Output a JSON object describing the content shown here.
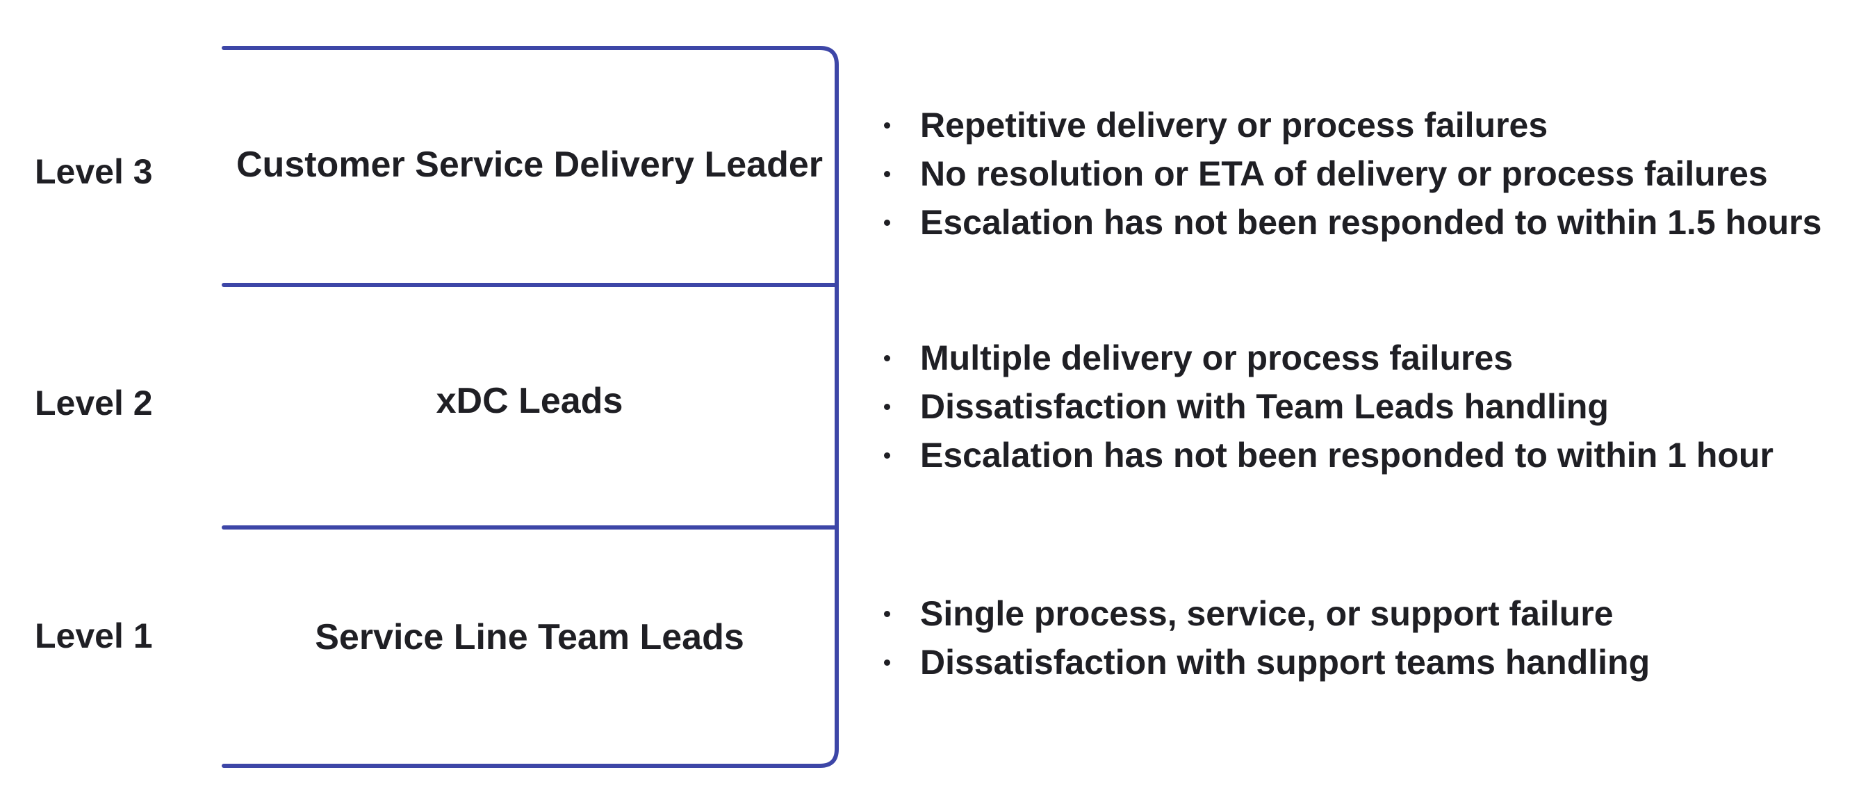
{
  "colors": {
    "accent": "#3d46a7",
    "text": "#1f1f24",
    "background": "#ffffff"
  },
  "levels": [
    {
      "label": "Level 3",
      "role": "Customer Service Delivery Leader",
      "criteria": [
        "Repetitive delivery or process failures",
        "No resolution or ETA of delivery or process failures",
        "Escalation has not been responded to within 1.5 hours"
      ]
    },
    {
      "label": "Level 2",
      "role": "xDC Leads",
      "criteria": [
        "Multiple delivery or process failures",
        "Dissatisfaction with Team Leads handling",
        "Escalation has not been responded to within 1 hour"
      ]
    },
    {
      "label": "Level 1",
      "role": "Service Line Team Leads",
      "criteria": [
        "Single process, service, or support failure",
        "Dissatisfaction with support teams handling"
      ]
    }
  ]
}
